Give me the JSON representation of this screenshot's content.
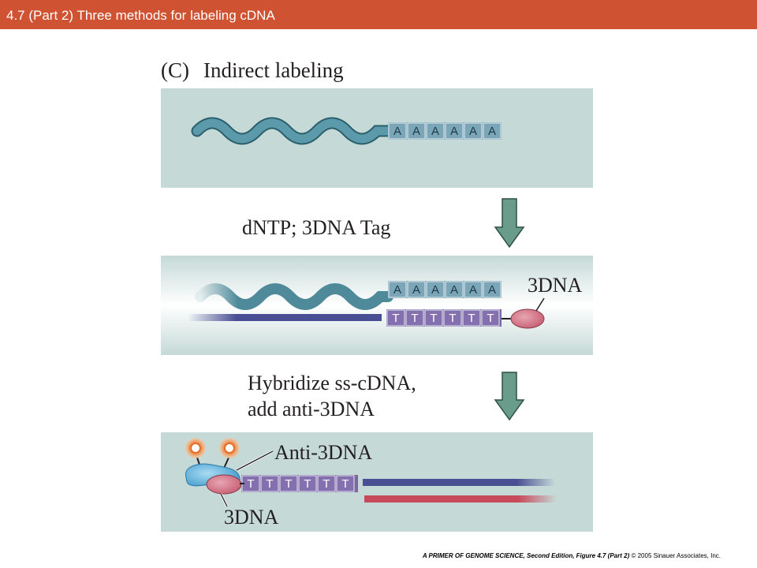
{
  "header": {
    "title": "4.7 (Part 2)  Three methods for labeling cDNA"
  },
  "panel": {
    "label": "(C)",
    "title": "Indirect labeling"
  },
  "step1": {
    "poly_a": [
      "A",
      "A",
      "A",
      "A",
      "A",
      "A"
    ]
  },
  "step2": {
    "reagents": "dNTP; 3DNA Tag",
    "poly_a": [
      "A",
      "A",
      "A",
      "A",
      "A",
      "A"
    ],
    "poly_t": [
      "T",
      "T",
      "T",
      "T",
      "T",
      "T"
    ],
    "tag_label": "3DNA"
  },
  "step3": {
    "instruction_line1": "Hybridize ss-cDNA,",
    "instruction_line2": "add anti-3DNA",
    "antibody_label": "Anti-3DNA",
    "poly_t": [
      "T",
      "T",
      "T",
      "T",
      "T",
      "T"
    ],
    "tag_label": "3DNA"
  },
  "footer": {
    "source": "A PRIMER OF GENOME SCIENCE, Second Edition, Figure 4.7 (Part 2)",
    "copyright": "© 2005 Sinauer Associates, Inc."
  },
  "colors": {
    "header_bg": "#cf5232",
    "panel_bg": "#c5d9d7",
    "mrna": "#4f8a9a",
    "poly_a_box": "#6f9cae",
    "cdna_strand": "#4a4e92",
    "poly_t_box": "#7b67a6",
    "tag": "#d06f82",
    "antibody": "#4da7d9",
    "fluor": "#f2a56f",
    "red_strand": "#c64a5a",
    "arrow": "#6a9c8c"
  }
}
